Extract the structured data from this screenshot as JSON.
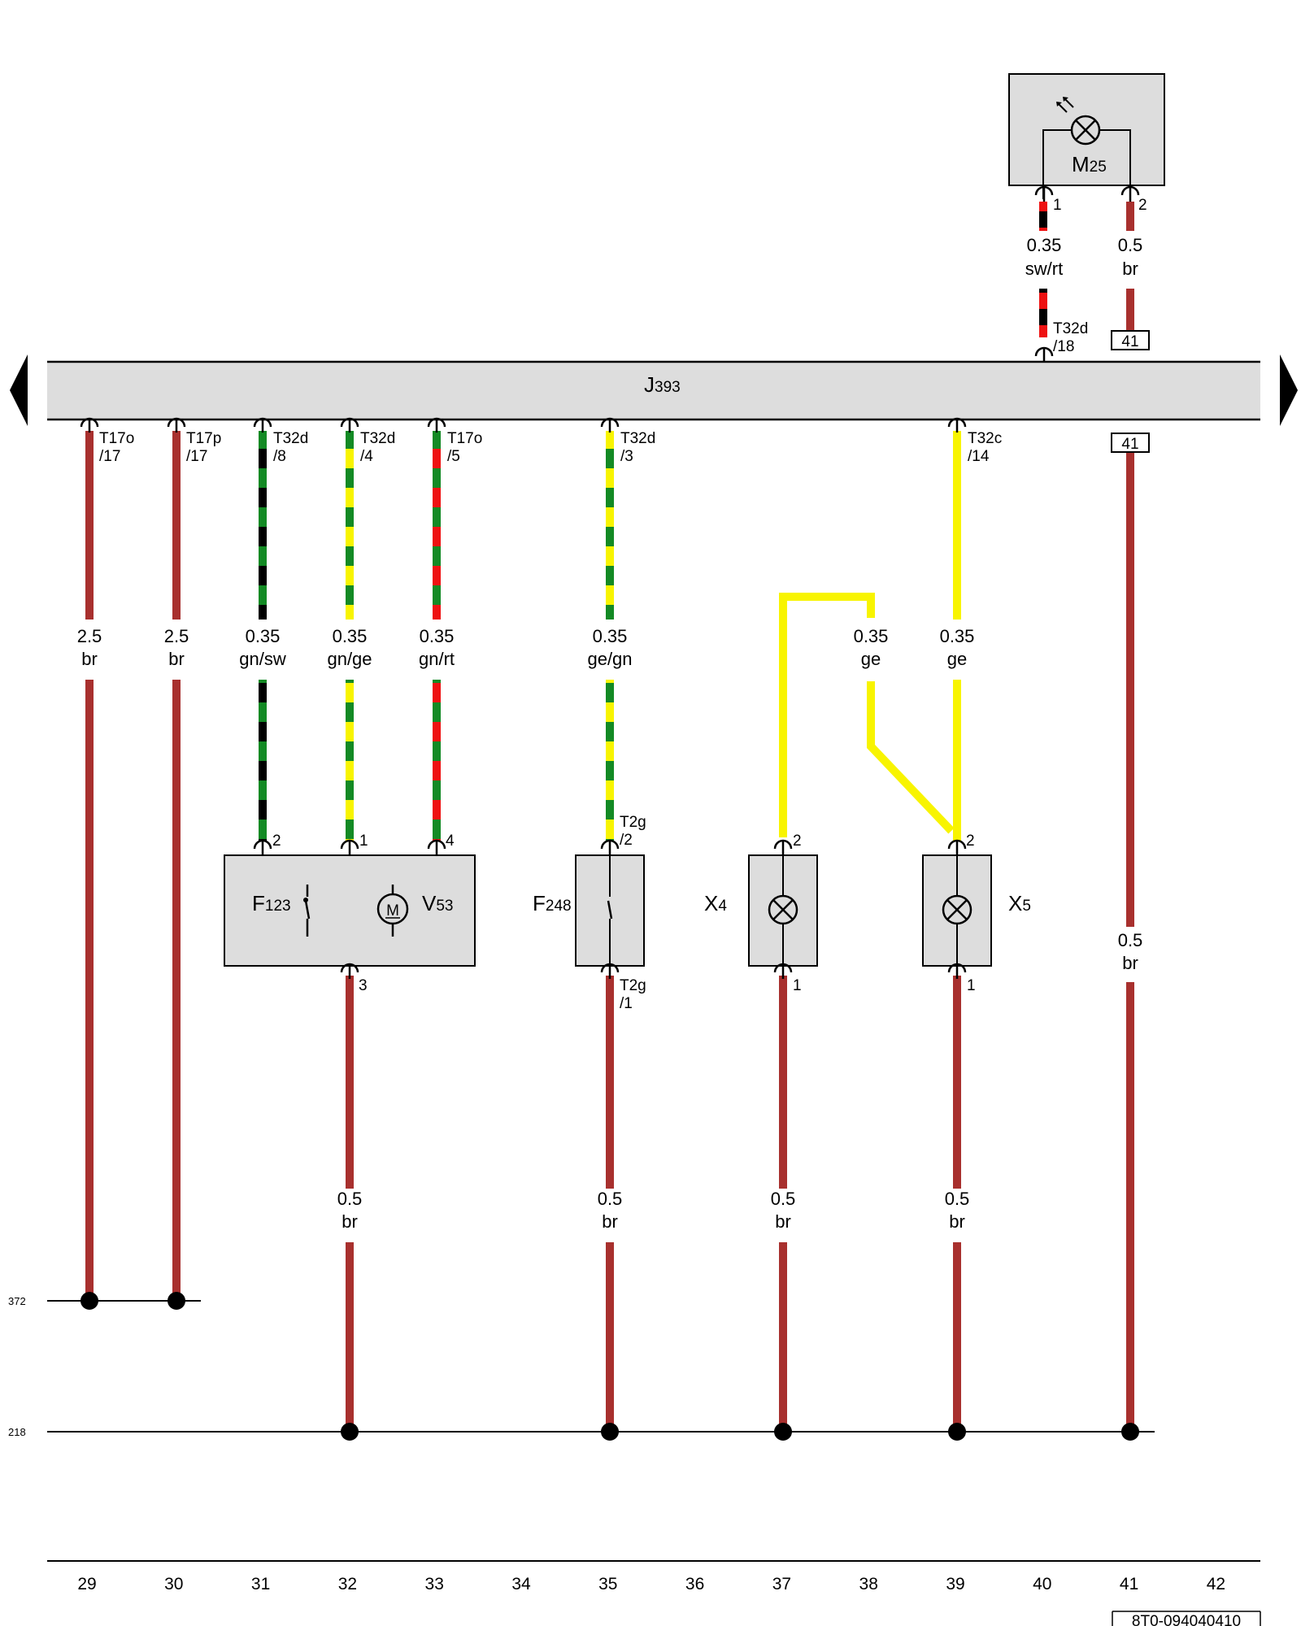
{
  "colors": {
    "br": "#a8302e",
    "ge": "#f8f400",
    "gn": "#138a24",
    "sw": "#000000",
    "rt": "#ee1111",
    "box_fill": "#dddddd"
  },
  "control_unit": {
    "name": "J",
    "sub": "393"
  },
  "components": {
    "M25": {
      "name": "M",
      "sub": "25"
    },
    "F123": {
      "name": "F",
      "sub": "123"
    },
    "V53": {
      "name": "V",
      "sub": "53"
    },
    "F248": {
      "name": "F",
      "sub": "248"
    },
    "X4": {
      "name": "X",
      "sub": "4"
    },
    "X5": {
      "name": "X",
      "sub": "5"
    },
    "M_symbol": "M"
  },
  "wires": [
    {
      "id": "w29",
      "size": "2.5",
      "color": "br",
      "conn": "T17o",
      "pin": "/17"
    },
    {
      "id": "w30",
      "size": "2.5",
      "color": "br",
      "conn": "T17p",
      "pin": "/17"
    },
    {
      "id": "w31",
      "size": "0.35",
      "color": "gn/sw",
      "conn": "T32d",
      "pin": "/8",
      "comp_pin": "2"
    },
    {
      "id": "w32",
      "size": "0.35",
      "color": "gn/ge",
      "conn": "T32d",
      "pin": "/4",
      "comp_pin": "1"
    },
    {
      "id": "w33",
      "size": "0.35",
      "color": "gn/rt",
      "conn": "T17o",
      "pin": "/5",
      "comp_pin": "4"
    },
    {
      "id": "w35",
      "size": "0.35",
      "color": "ge/gn",
      "conn": "T32d",
      "pin": "/3",
      "comp_conn": "T2g",
      "comp_pin": "/2"
    },
    {
      "id": "w38",
      "size": "0.35",
      "color": "ge",
      "comp_pin": "2"
    },
    {
      "id": "w39",
      "size": "0.35",
      "color": "ge",
      "conn": "T32c",
      "pin": "/14",
      "comp_pin": "2"
    },
    {
      "id": "w41",
      "size": "0.5",
      "color": "br",
      "ref": "41"
    }
  ],
  "top_wires": [
    {
      "id": "m25_pin1",
      "size": "0.35",
      "color": "sw/rt",
      "pin": "1",
      "conn": "T32d",
      "conn_pin": "/18"
    },
    {
      "id": "m25_pin2",
      "size": "0.5",
      "color": "br",
      "pin": "2",
      "ref": "41"
    }
  ],
  "ground_wires": [
    {
      "id": "g32",
      "size": "0.5",
      "color": "br",
      "pin": "3"
    },
    {
      "id": "g35",
      "size": "0.5",
      "color": "br",
      "conn": "T2g",
      "pin": "/1"
    },
    {
      "id": "g37",
      "size": "0.5",
      "color": "br",
      "pin": "1"
    },
    {
      "id": "g39",
      "size": "0.5",
      "color": "br",
      "pin": "1"
    }
  ],
  "bus_labels": {
    "upper": "372",
    "lower": "218"
  },
  "columns": [
    "29",
    "30",
    "31",
    "32",
    "33",
    "34",
    "35",
    "36",
    "37",
    "38",
    "39",
    "40",
    "41",
    "42"
  ],
  "doc_code": "8T0-094040410"
}
